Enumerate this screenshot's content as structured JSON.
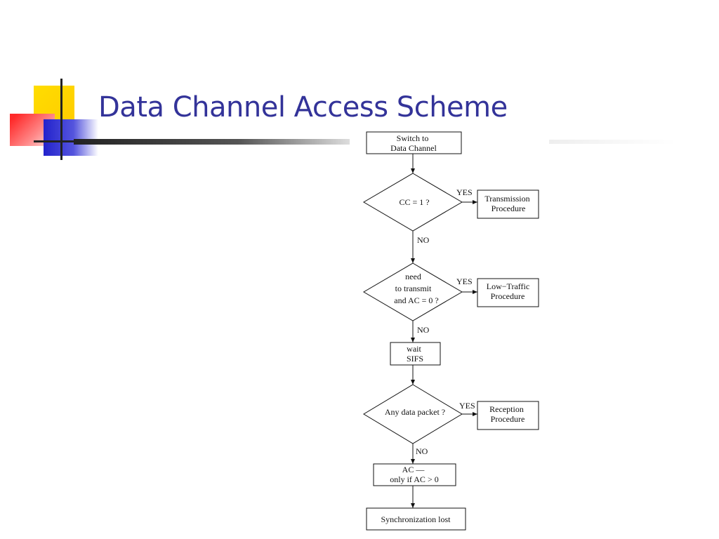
{
  "slide": {
    "title": "Data Channel Access Scheme"
  },
  "colors": {
    "title": "#333399",
    "deco_yellow": "#ffcc00",
    "deco_blue": "#3333cc",
    "deco_red": "#ff3333",
    "rule": "#333333"
  },
  "flowchart": {
    "start": [
      "Switch to",
      "Data Channel"
    ],
    "cc_check": [
      "CC = 1 ?"
    ],
    "cc_yes": "YES",
    "cc_no": "NO",
    "transmission": [
      "Transmission",
      "Procedure"
    ],
    "need_check": [
      "need",
      "to transmit",
      "and AC = 0 ?"
    ],
    "need_yes": "YES",
    "need_no": "NO",
    "low_traffic": [
      "Low−Traffic",
      "Procedure"
    ],
    "wait": [
      "wait",
      "SIFS"
    ],
    "data_check": [
      "Any data packet ?"
    ],
    "data_yes": "YES",
    "data_no": "NO",
    "reception": [
      "Reception",
      "Procedure"
    ],
    "ac_dec": [
      "AC —",
      "only if AC > 0"
    ],
    "sync_lost": [
      "Synchronization lost"
    ]
  }
}
